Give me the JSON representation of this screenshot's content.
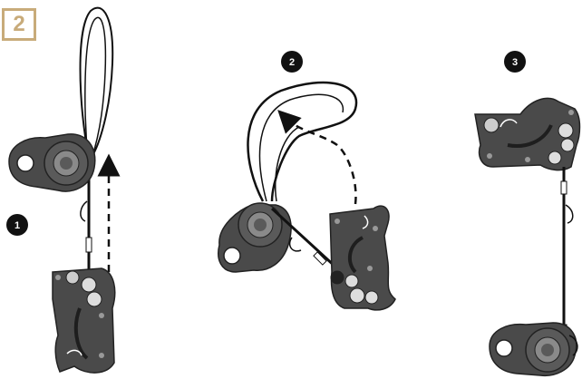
{
  "badge": {
    "label": "2",
    "color": "#c8ab7a"
  },
  "steps": [
    {
      "label": "1"
    },
    {
      "label": "2"
    },
    {
      "label": "3"
    }
  ],
  "colors": {
    "device": "#4a4a4a",
    "device_edge": "#222222",
    "rope": "#111111",
    "pulley_ring": "#8a8a8a"
  }
}
